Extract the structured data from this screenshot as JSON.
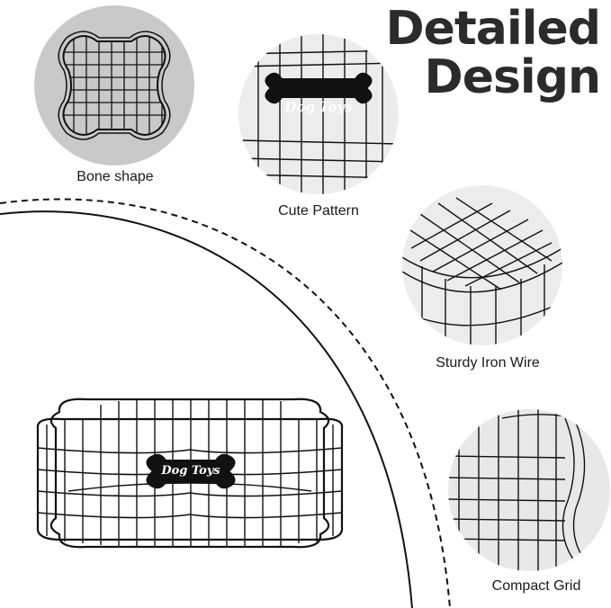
{
  "heading": {
    "line1": "Detailed",
    "line2": "Design"
  },
  "features": [
    {
      "caption": "Bone shape"
    },
    {
      "caption": "Cute Pattern"
    },
    {
      "caption": "Sturdy Iron Wire"
    },
    {
      "caption": "Compact Grid"
    }
  ],
  "plaque_text": "Dog Toys",
  "colors": {
    "heading": "#2b2b2b",
    "wire": "#111111",
    "circle_bg": "#ececec",
    "background": "#ffffff"
  }
}
